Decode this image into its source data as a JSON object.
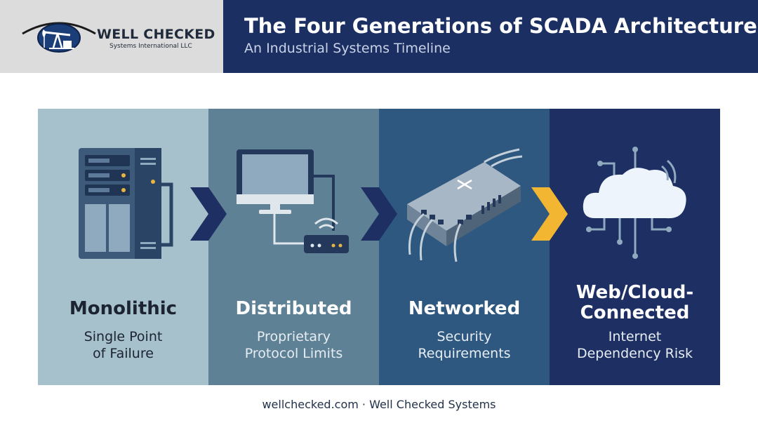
{
  "brand": {
    "name": "WELL CHECKED",
    "tagline": "Systems International LLC"
  },
  "header": {
    "title": "The Four Generations of SCADA Architecture",
    "subtitle": "An Industrial Systems Timeline"
  },
  "generations": [
    {
      "title": "Monolithic",
      "desc_line1": "Single Point",
      "desc_line2": "of Failure",
      "icon": "server-rack-icon"
    },
    {
      "title": "Distributed",
      "desc_line1": "Proprietary",
      "desc_line2": "Protocol Limits",
      "icon": "workstation-router-icon"
    },
    {
      "title": "Networked",
      "desc_line1": "Security",
      "desc_line2": "Requirements",
      "icon": "network-switch-icon"
    },
    {
      "title_line1": "Web/Cloud-",
      "title_line2": "Connected",
      "desc_line1": "Internet",
      "desc_line2": "Dependency Risk",
      "icon": "cloud-icon"
    }
  ],
  "footer": "wellchecked.com · Well Checked Systems",
  "colors": {
    "header_bg": "#1c2f63",
    "panel1": "#a6c0cc",
    "panel2": "#5f8195",
    "panel3": "#2e5880",
    "panel4": "#1d2f63",
    "accent_arrow": "#f2b632"
  }
}
